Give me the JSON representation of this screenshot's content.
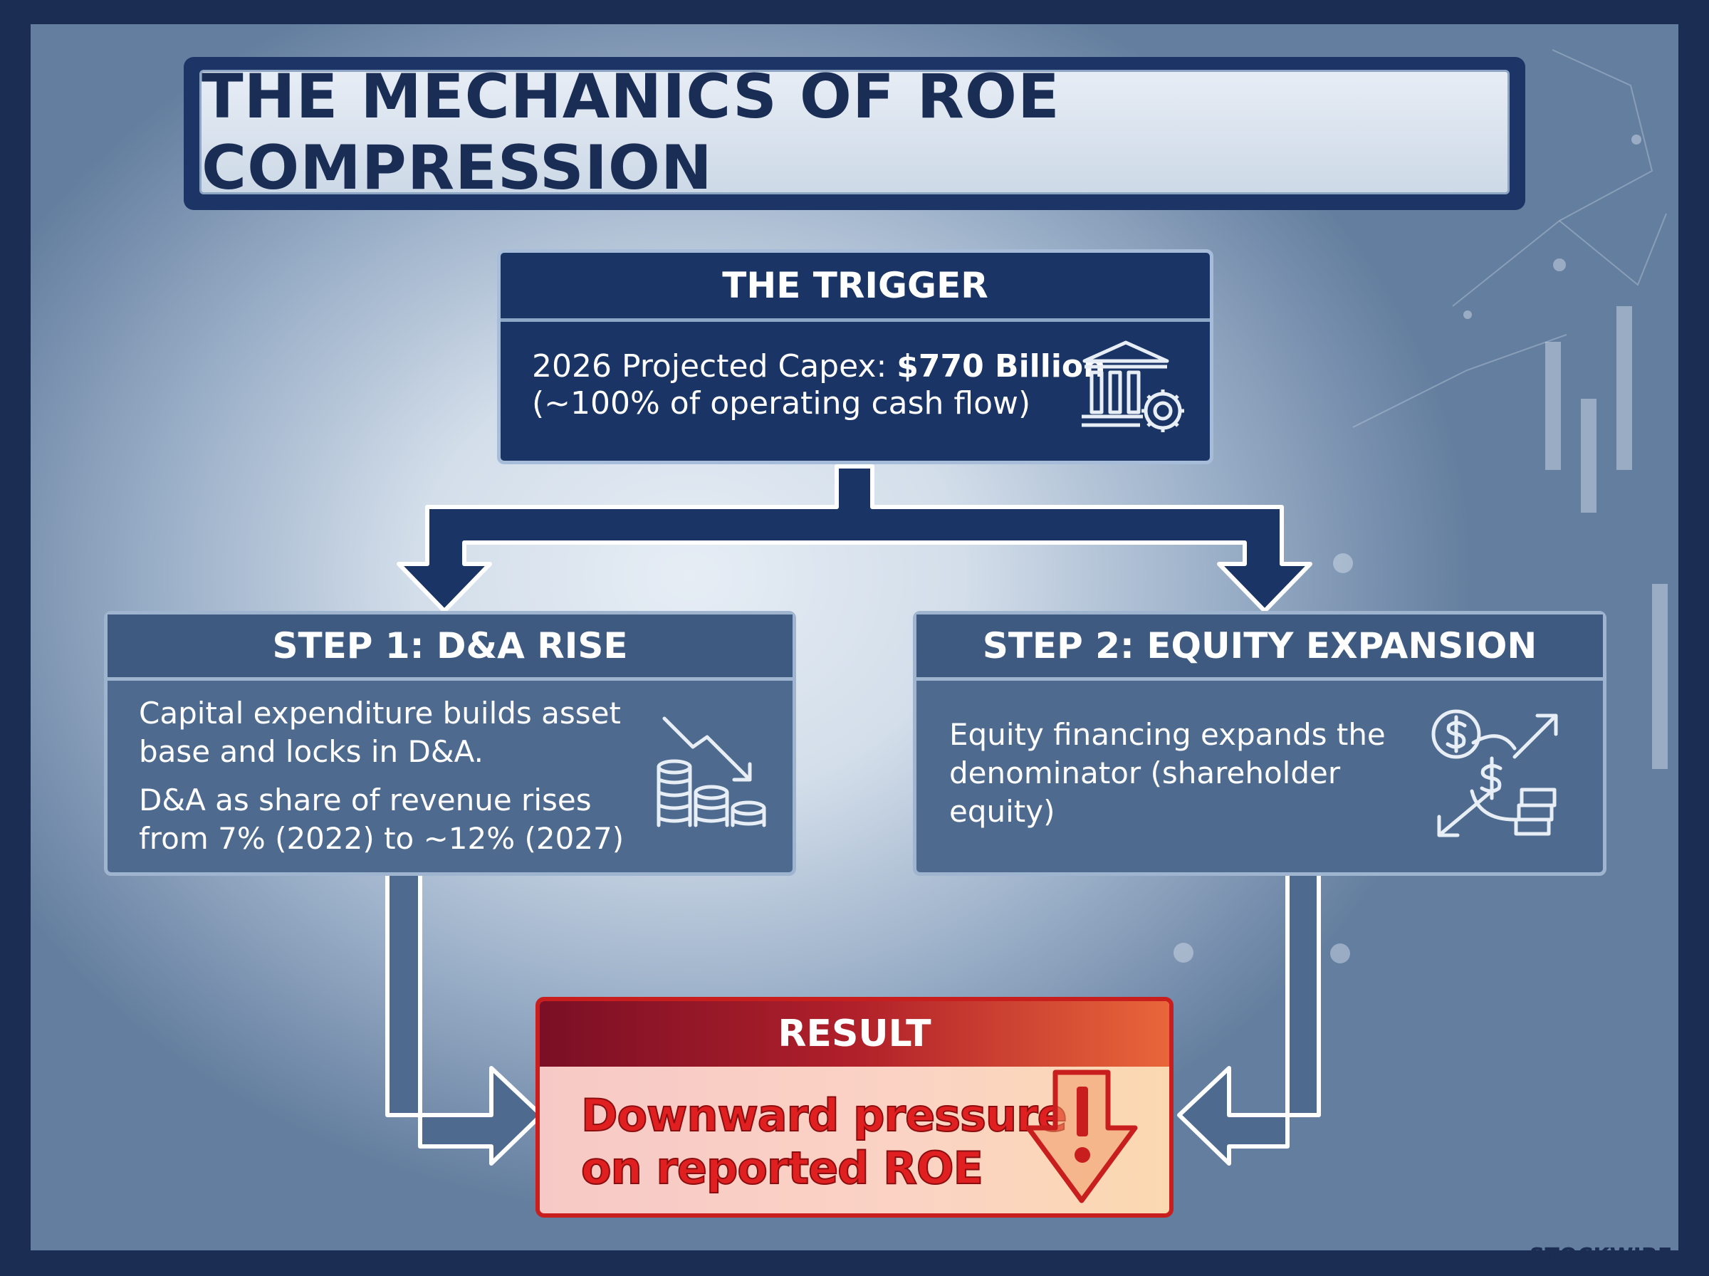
{
  "title": "THE MECHANICS OF ROE COMPRESSION",
  "trigger": {
    "header": "THE TRIGGER",
    "line1_prefix": "2026 Projected Capex: ",
    "line1_emphasis": "$770 Billion",
    "line2": "(~100% of operating cash flow)",
    "icon": "bank-gear-icon"
  },
  "step1": {
    "header": "STEP 1: D&A RISE",
    "lines": [
      "Capital expenditure builds asset",
      "base and locks in D&A.",
      "D&A as share of revenue rises",
      "from 7% (2022) to ~12% (2027)"
    ],
    "icon": "coins-decline-icon"
  },
  "step2": {
    "header": "STEP 2: EQUITY EXPANSION",
    "lines": [
      "Equity financing expands the",
      "denominator (shareholder",
      "equity)"
    ],
    "icon": "dollar-expansion-icon"
  },
  "result": {
    "header": "RESULT",
    "lines": [
      "Downward pressure",
      "on reported ROE"
    ],
    "icon": "warning-down-arrow-icon"
  },
  "brand": "STOCKWIRE X",
  "colors": {
    "navy": "#1a3466",
    "steel": "#4e6a8f",
    "result_red": "#e02020"
  }
}
